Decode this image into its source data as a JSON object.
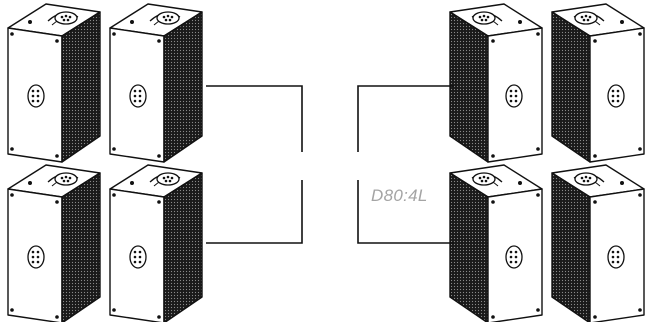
{
  "diagram": {
    "amplifier_label": "D80:4L",
    "stroke_color": "#111111",
    "label_color": "#a4a4a4",
    "speakers_left_count": 4,
    "speakers_right_count": 4
  }
}
